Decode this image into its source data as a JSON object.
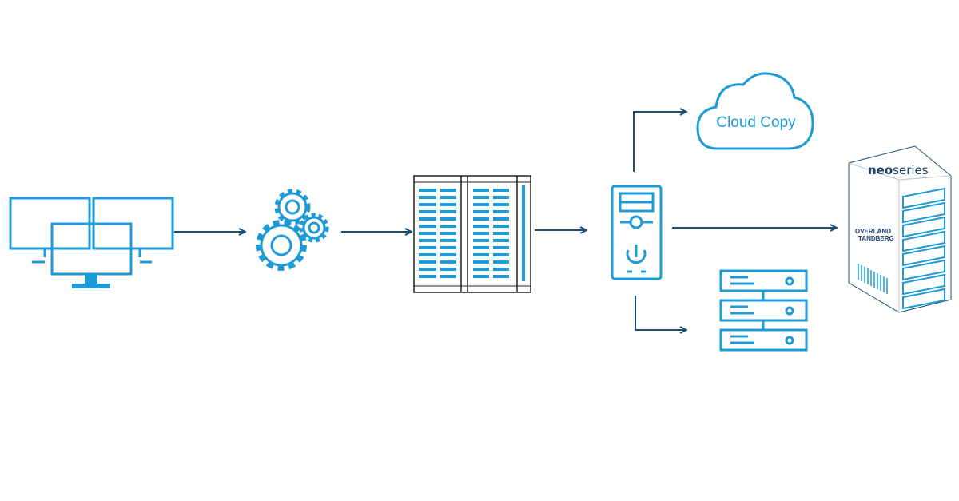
{
  "diagram": {
    "cloud_label": "Cloud Copy",
    "library_brand_neo": "neo",
    "library_brand_series": "series",
    "library_logo_line1": "OVERLAND",
    "library_logo_line2": "TANDBERG"
  },
  "colors": {
    "icon_blue": "#1e9ad6",
    "arrow_navy": "#1b4f7a",
    "outline_dark": "#222222"
  },
  "icons": [
    "workstations-icon",
    "gears-icon",
    "storage-rack-icon",
    "backup-server-icon",
    "cloud-icon",
    "disk-array-icon",
    "tape-library-icon"
  ]
}
